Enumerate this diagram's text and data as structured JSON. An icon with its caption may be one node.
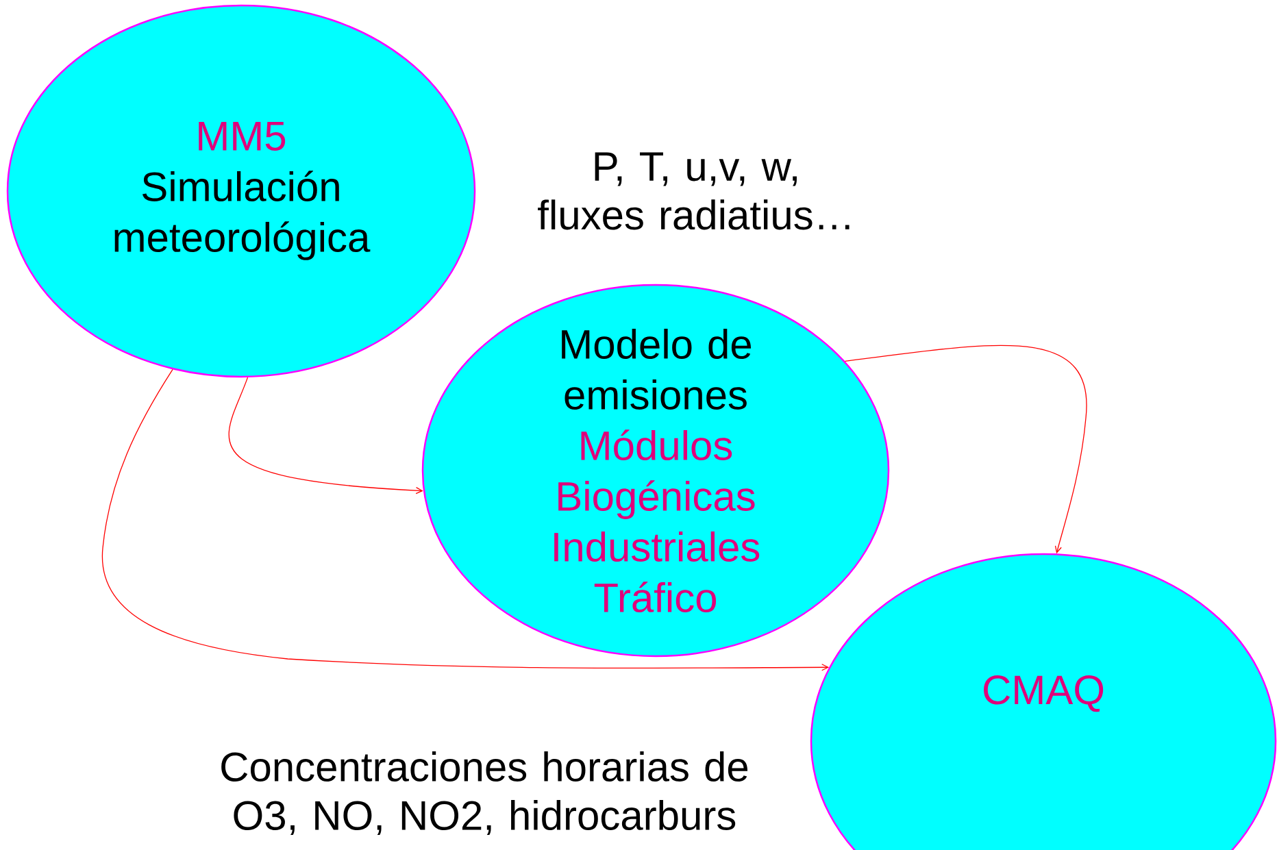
{
  "diagram": {
    "nodes": [
      {
        "text": [
          "MM5",
          "Simulación meteorológica"
        ]
      },
      {
        "text": [
          "Modelo de emisiones",
          "Módulos",
          "Biogénicas",
          "Industriales",
          "Tráfico"
        ]
      },
      {
        "text": [
          "CMAQ"
        ]
      }
    ],
    "edges": [
      {
        "from": 0,
        "to": 1,
        "arrow": "to"
      },
      {
        "from": 0,
        "to": 2,
        "arrow": "to"
      },
      {
        "from": 1,
        "to": 2,
        "arrow": "to"
      }
    ],
    "labels": [
      "P, T, u,v, w, fluxes radiatius…",
      "Concentraciones horarias de O3, NO, NO2, hidrocarburs"
    ]
  }
}
